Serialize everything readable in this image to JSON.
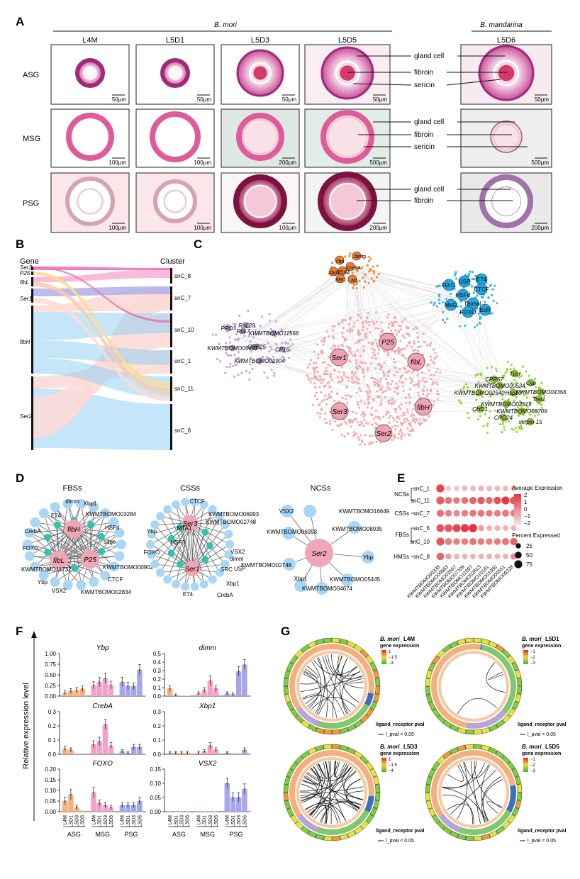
{
  "panel_letters": {
    "a": "A",
    "b": "B",
    "c": "C",
    "d": "D",
    "e": "E",
    "f": "F",
    "g": "G"
  },
  "panel_a": {
    "species_left": "B. mori",
    "species_right": "B. mandarina",
    "stages": [
      "L4M",
      "L5D1",
      "L5D3",
      "L5D5",
      "L5D6"
    ],
    "rows": [
      "ASG",
      "MSG",
      "PSG"
    ],
    "scale_bars": [
      [
        "50μm",
        "50μm",
        "50μm",
        "50μm",
        "50μm"
      ],
      [
        "100μm",
        "100μm",
        "200μm",
        "500μm",
        "500μm"
      ],
      [
        "100μm",
        "100μm",
        "100μm",
        "200μm",
        "200μm"
      ]
    ],
    "labels": {
      "gland_cell": "gland cell",
      "fibroin": "fibroin",
      "sericin": "sericin"
    }
  },
  "panel_b": {
    "left_header": "Gene",
    "right_header": "Cluster",
    "genes": [
      "Ser3",
      "P25",
      "fibL",
      "Ser1",
      "fibH",
      "Ser2"
    ],
    "clusters": [
      "snC_8",
      "snC_7",
      "snC_10",
      "snC_1",
      "snC_11",
      "snC_6"
    ]
  },
  "panel_c": {
    "orange_labels": [
      "Ybp",
      "dimm",
      "Xbp1",
      "VSX2",
      "CrebA",
      "SRC",
      "Atf"
    ],
    "blue_labels": [
      "E74",
      "USP",
      "Ftz-f1",
      "CTCF",
      "HSFd",
      "Mef2",
      "Dorsal",
      "FOXO",
      "EcR"
    ],
    "purple_labels": [
      "PPO3",
      "RpL28",
      "RpL7",
      "KWMTBOMO11568",
      "KWMTBOMO05662",
      "OBP25",
      "CP16",
      "KWMTBOMO02904"
    ],
    "pink_labels": [
      "P25",
      "Ser1",
      "fibL",
      "Ser3",
      "fibH",
      "Ser2"
    ],
    "green_labels": [
      "Tpsl",
      "CPR67",
      "Cyp",
      "KWMTBOMO00534",
      "KWMTBOMO02540",
      "Hsp10",
      "KWMTBOMO04356",
      "Tret1",
      "KWMTBOMO02519",
      "CHD1",
      "KWMTBOMO08709",
      "CPG24",
      "serpin-15"
    ]
  },
  "panel_d": {
    "titles": [
      "FBSs",
      "CSSs",
      "NCSs"
    ],
    "fbs_hubs": [
      "fibH",
      "fibL",
      "P25"
    ],
    "fbs_labels": [
      "dimm",
      "Xbp1",
      "KWMTBOMO03284",
      "E74",
      "HSFd",
      "CrebA",
      "sage",
      "FOXO",
      "KWMTBOMO11732",
      "KWMTBOMO00902",
      "Ybp",
      "CTCF",
      "VSX2",
      "KWMTBOMO02834"
    ],
    "css_hubs": [
      "Ser3",
      "Ser1"
    ],
    "css_labels": [
      "CTCF",
      "KWMTBOMO06993",
      "MTA1",
      "KWMTBOMO02748",
      "Ybp",
      "HSF3",
      "FOXO",
      "VSX2",
      "dimm",
      "SRC",
      "USP",
      "Xbp1",
      "E74",
      "CrebA"
    ],
    "ncs_hub": "Ser2",
    "ncs_labels": [
      "VSX2",
      "KWMTBOMO16649",
      "KWMTBOMO06993",
      "KWMTBOMO08935",
      "KWMTBOMO02748",
      "Ybp",
      "Xbp1",
      "KWMTBOMO05445",
      "KWMTBOMO04674"
    ]
  },
  "panel_e": {
    "groups": [
      "NCSs",
      "CSSs",
      "FBSs",
      "HMSs"
    ],
    "rows": [
      "snC_1",
      "snC_11",
      "snC_7",
      "snC_6",
      "snC_10",
      "snC_8"
    ],
    "genes": [
      "KWMTBOMO00338",
      "KWMTBOMO00563",
      "KWMTBOMO02567",
      "KWMTBOMO07709",
      "KWMTBOMO11097",
      "KWMTBOMO02813",
      "KWMTBOMO10181",
      "KWMTBOMO01050",
      "KWMTBOMO00551",
      "KWMTBOMO09228"
    ],
    "legend_avg_title": "Average Expression",
    "legend_avg_ticks": [
      "2",
      "1",
      "0",
      "−1",
      "−2"
    ],
    "legend_pct_title": "Percent Expressed",
    "legend_pct_ticks": [
      "25",
      "50",
      "75"
    ],
    "pct": [
      [
        80,
        25,
        25,
        30,
        30,
        30,
        30,
        30,
        30,
        30
      ],
      [
        75,
        55,
        50,
        55,
        60,
        65,
        55,
        65,
        75,
        70
      ],
      [
        60,
        50,
        45,
        50,
        55,
        55,
        50,
        50,
        55,
        55
      ],
      [
        70,
        70,
        75,
        80,
        85,
        35,
        30,
        30,
        30,
        30
      ],
      [
        75,
        55,
        50,
        50,
        55,
        50,
        45,
        50,
        55,
        60
      ],
      [
        65,
        35,
        30,
        30,
        30,
        30,
        30,
        30,
        30,
        40
      ]
    ],
    "avg": [
      [
        1.5,
        -1.5,
        -1.5,
        -1.2,
        -1.2,
        -1.0,
        -1.2,
        -1.2,
        -1.2,
        -1.0
      ],
      [
        1.0,
        0.5,
        0.3,
        0.5,
        0.8,
        1.0,
        0.8,
        1.2,
        1.8,
        1.2
      ],
      [
        0.5,
        0.2,
        0.0,
        0.2,
        0.4,
        0.4,
        0.3,
        0.3,
        0.4,
        0.3
      ],
      [
        1.2,
        1.2,
        1.5,
        1.8,
        2.0,
        -0.5,
        -1.0,
        -1.0,
        -1.0,
        -1.0
      ],
      [
        1.2,
        0.3,
        0.2,
        0.2,
        0.5,
        0.3,
        0.2,
        0.3,
        0.5,
        0.8
      ],
      [
        0.8,
        -0.5,
        -1.0,
        -1.0,
        -1.0,
        -1.0,
        -1.0,
        -1.0,
        -1.0,
        0.0
      ]
    ],
    "color_low": "#f3dcdc",
    "color_high": "#e2333b"
  },
  "panel_f": {
    "ylabel": "Relative expression level",
    "tissues": [
      "ASG",
      "MSG",
      "PSG"
    ],
    "stages": [
      "L4M",
      "L5D1",
      "L5D3",
      "L5D5"
    ],
    "colors": [
      "#f6b07a",
      "#f4a0c8",
      "#a6a6ec"
    ],
    "charts": [
      {
        "gene": "Ybp",
        "ylim": [
          0,
          1.0
        ],
        "ticks": [
          "0.00",
          "0.25",
          "0.50",
          "0.75",
          "1.00"
        ],
        "tickvals": [
          0,
          0.25,
          0.5,
          0.75,
          1.0
        ],
        "values": [
          [
            0.08,
            0.12,
            0.14,
            0.17
          ],
          [
            0.25,
            0.33,
            0.42,
            0.26
          ],
          [
            0.33,
            0.24,
            0.23,
            0.62
          ]
        ]
      },
      {
        "gene": "dimm",
        "ylim": [
          0,
          0.5
        ],
        "ticks": [
          "0.0",
          "0.1",
          "0.2",
          "0.3",
          "0.4",
          "0.5"
        ],
        "tickvals": [
          0,
          0.1,
          0.2,
          0.3,
          0.4,
          0.5
        ],
        "values": [
          [
            0.09,
            0.01,
            0.005,
            0.005
          ],
          [
            0.03,
            0.07,
            0.18,
            0.09
          ],
          [
            0.03,
            0.02,
            0.29,
            0.37
          ]
        ]
      },
      {
        "gene": "CrebA",
        "ylim": [
          0,
          0.3
        ],
        "ticks": [
          "0.0",
          "0.1",
          "0.2",
          "0.3"
        ],
        "tickvals": [
          0,
          0.1,
          0.2,
          0.3
        ],
        "values": [
          [
            0.04,
            0.03,
            0.005,
            0.005
          ],
          [
            0.07,
            0.09,
            0.21,
            0.06
          ],
          [
            0.02,
            0.01,
            0.05,
            0.05
          ]
        ]
      },
      {
        "gene": "Xbp1",
        "ylim": [
          0,
          0.3
        ],
        "ticks": [
          "0.0",
          "0.1",
          "0.2",
          "0.3"
        ],
        "tickvals": [
          0,
          0.1,
          0.2,
          0.3
        ],
        "values": [
          [
            0.01,
            0.01,
            0.01,
            0.01
          ],
          [
            0.01,
            0.02,
            0.06,
            0.03
          ],
          [
            0.01,
            0.005,
            0.005,
            0.03
          ]
        ]
      },
      {
        "gene": "FOXO",
        "ylim": [
          0,
          0.2
        ],
        "ticks": [
          "0.00",
          "0.05",
          "0.10",
          "0.15",
          "0.20"
        ],
        "tickvals": [
          0,
          0.05,
          0.1,
          0.15,
          0.2
        ],
        "values": [
          [
            0.05,
            0.08,
            0.02,
            0.005
          ],
          [
            0.09,
            0.04,
            0.03,
            0.02
          ],
          [
            0.03,
            0.03,
            0.03,
            0.05
          ]
        ]
      },
      {
        "gene": "VSX2",
        "ylim": [
          0,
          0.15
        ],
        "ticks": [
          "0.00",
          "0.05",
          "0.10",
          "0.15"
        ],
        "tickvals": [
          0,
          0.05,
          0.1,
          0.15
        ],
        "values": [
          [
            0.0,
            0.0,
            0.0,
            0.0
          ],
          [
            0.0,
            0.0,
            0.0,
            0.0
          ],
          [
            0.1,
            0.05,
            0.05,
            0.08
          ]
        ]
      }
    ]
  },
  "panel_g": {
    "titles": [
      "B. mori_L4M",
      "B. mori_L5D1",
      "B. mori_L5D3",
      "B. mori_L5D5"
    ],
    "legend_title": "gene expression",
    "legend_ticks": [
      [
        "1",
        "−1.5",
        "−3"
      ],
      [
        "−1",
        "−2",
        "−3"
      ],
      [
        "1",
        "−1.5",
        "−4"
      ],
      [
        "−1",
        "−2",
        "−3"
      ]
    ],
    "ligand_label": "ligand_receptor pval",
    "pval_label": "l_pval < 0.05"
  }
}
